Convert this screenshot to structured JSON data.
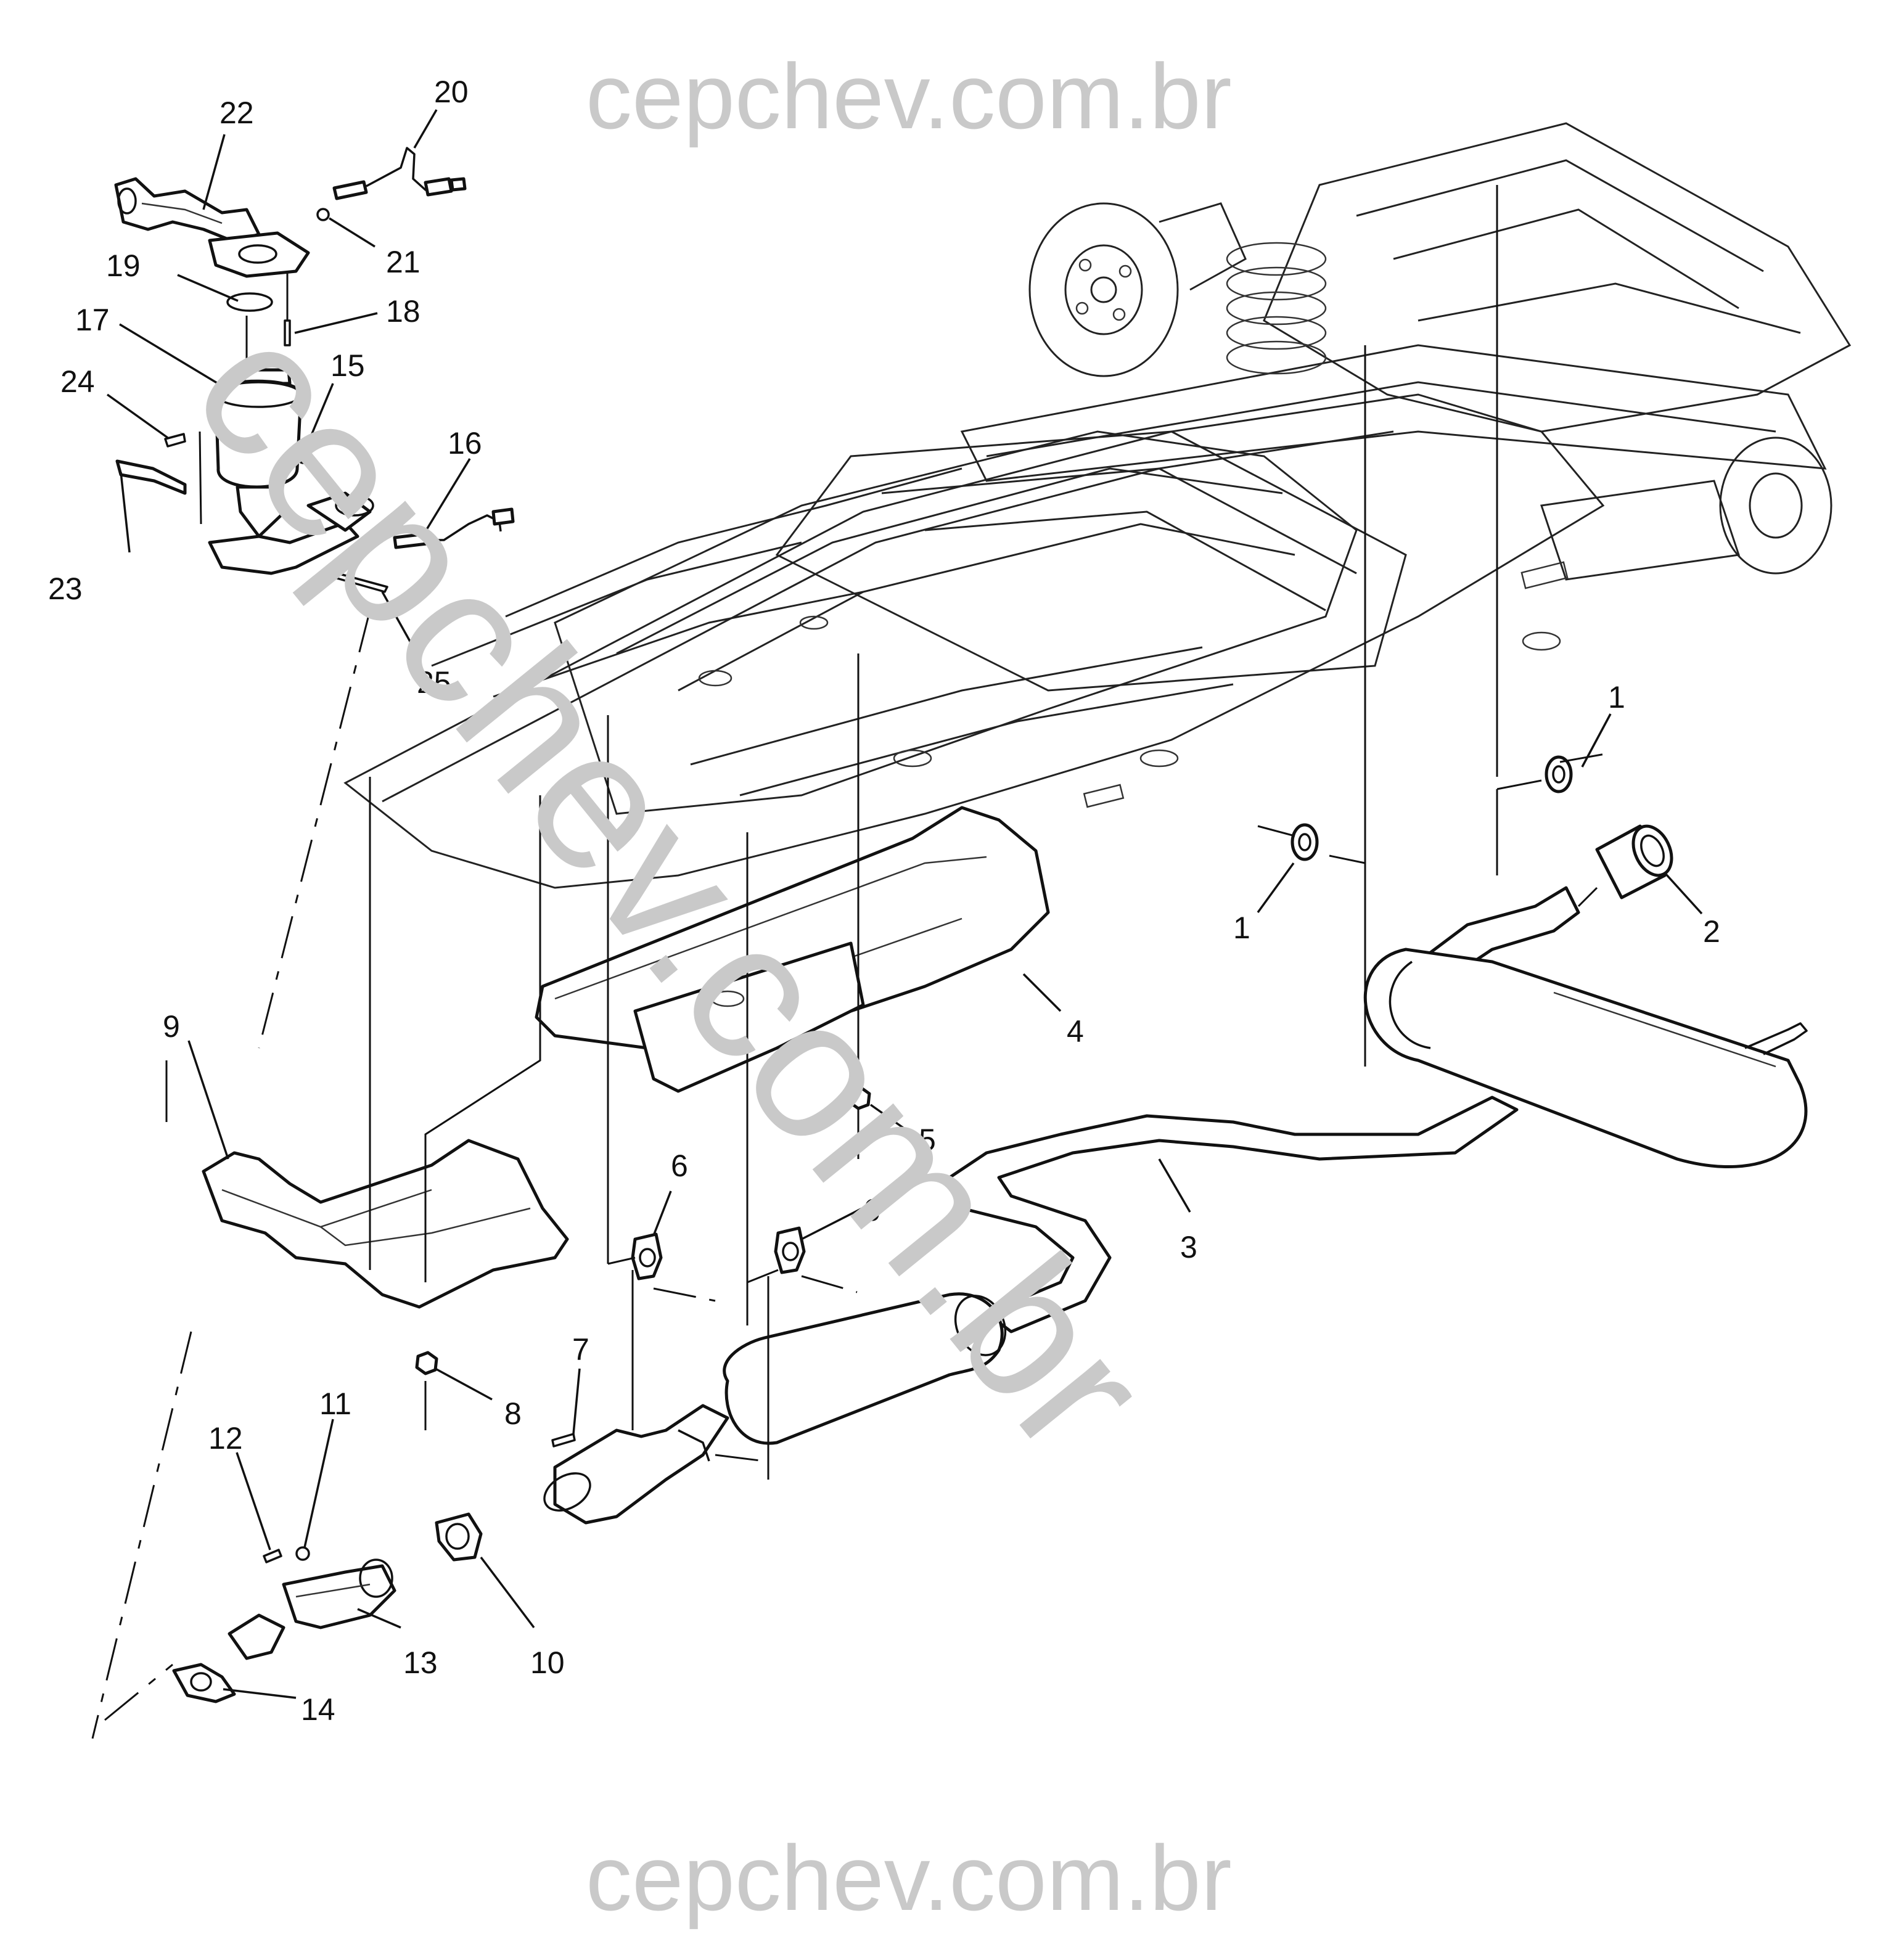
{
  "watermark": {
    "top": "cepchev.com.br",
    "bottom": "cepchev.com.br",
    "diagonal": "cepchev.com.br",
    "color": "#c9c9c9"
  },
  "callouts": [
    {
      "id": "1a",
      "label": "1"
    },
    {
      "id": "1b",
      "label": "1"
    },
    {
      "id": "2",
      "label": "2"
    },
    {
      "id": "3",
      "label": "3"
    },
    {
      "id": "4",
      "label": "4"
    },
    {
      "id": "5",
      "label": "5"
    },
    {
      "id": "6a",
      "label": "6"
    },
    {
      "id": "6b",
      "label": "6"
    },
    {
      "id": "7",
      "label": "7"
    },
    {
      "id": "8",
      "label": "8"
    },
    {
      "id": "9",
      "label": "9"
    },
    {
      "id": "10",
      "label": "10"
    },
    {
      "id": "11",
      "label": "11"
    },
    {
      "id": "12",
      "label": "12"
    },
    {
      "id": "13",
      "label": "13"
    },
    {
      "id": "14",
      "label": "14"
    },
    {
      "id": "15",
      "label": "15"
    },
    {
      "id": "16",
      "label": "16"
    },
    {
      "id": "17",
      "label": "17"
    },
    {
      "id": "18",
      "label": "18"
    },
    {
      "id": "19",
      "label": "19"
    },
    {
      "id": "20",
      "label": "20"
    },
    {
      "id": "21",
      "label": "21"
    },
    {
      "id": "22",
      "label": "22"
    },
    {
      "id": "23",
      "label": "23"
    },
    {
      "id": "24",
      "label": "24"
    },
    {
      "id": "25",
      "label": "25"
    }
  ]
}
